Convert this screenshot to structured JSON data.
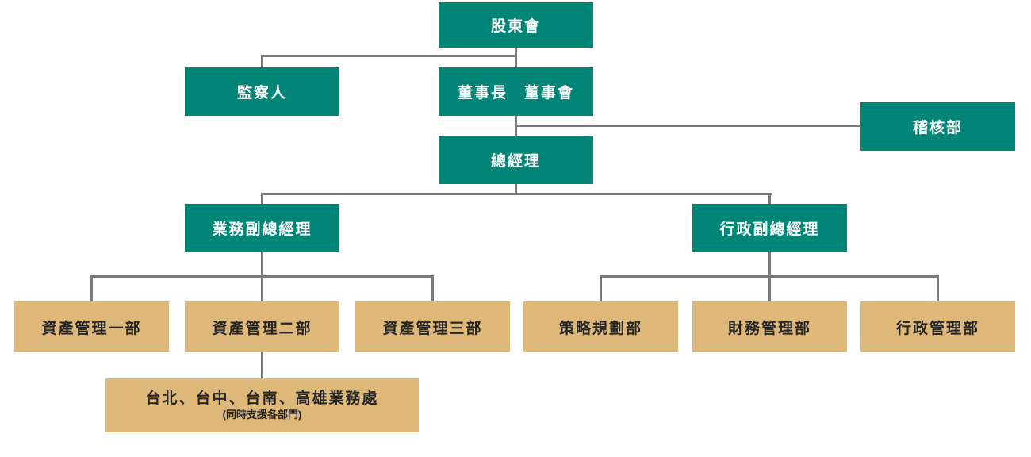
{
  "chart": {
    "type": "org-chart",
    "title": "",
    "colors": {
      "executive_box": "#008577",
      "department_box": "#DDB878",
      "executive_text": "#FFFFFF",
      "department_text": "#262626",
      "connector_line": "#7A7A7A",
      "background": "#FFFFFF"
    },
    "nodes": [
      {
        "id": "shareholders",
        "label": "股東會",
        "level": "executive"
      },
      {
        "id": "supervisor",
        "label": "監察人",
        "level": "executive"
      },
      {
        "id": "chairman-board",
        "label": "董事長　董事會",
        "level": "executive"
      },
      {
        "id": "audit-dept",
        "label": "稽核部",
        "level": "executive"
      },
      {
        "id": "general-manager",
        "label": "總經理",
        "level": "executive"
      },
      {
        "id": "business-vice-gm",
        "label": "業務副總經理",
        "level": "executive"
      },
      {
        "id": "admin-vice-gm",
        "label": "行政副總經理",
        "level": "executive"
      },
      {
        "id": "asset-mgmt-dept-1",
        "label": "資產管理一部",
        "level": "department"
      },
      {
        "id": "asset-mgmt-dept-2",
        "label": "資產管理二部",
        "level": "department"
      },
      {
        "id": "asset-mgmt-dept-3",
        "label": "資產管理三部",
        "level": "department"
      },
      {
        "id": "strategic-planning-dept",
        "label": "策略規劃部",
        "level": "department"
      },
      {
        "id": "financial-mgmt-dept",
        "label": "財務管理部",
        "level": "department"
      },
      {
        "id": "admin-mgmt-dept",
        "label": "行政管理部",
        "level": "department"
      },
      {
        "id": "branch-offices",
        "label": "台北、台中、台南、高雄業務處",
        "sublabel": "(同時支援各部門)",
        "level": "department"
      }
    ],
    "edges": [
      {
        "from": "shareholders",
        "to": [
          "supervisor",
          "chairman-board"
        ]
      },
      {
        "from": "chairman-board",
        "to": [
          "audit-dept",
          "general-manager"
        ]
      },
      {
        "from": "general-manager",
        "to": [
          "business-vice-gm",
          "admin-vice-gm"
        ]
      },
      {
        "from": "business-vice-gm",
        "to": [
          "asset-mgmt-dept-1",
          "asset-mgmt-dept-2",
          "asset-mgmt-dept-3"
        ]
      },
      {
        "from": "admin-vice-gm",
        "to": [
          "strategic-planning-dept",
          "financial-mgmt-dept",
          "admin-mgmt-dept"
        ]
      },
      {
        "from": "asset-mgmt-dept-2",
        "to": [
          "branch-offices"
        ]
      }
    ]
  }
}
